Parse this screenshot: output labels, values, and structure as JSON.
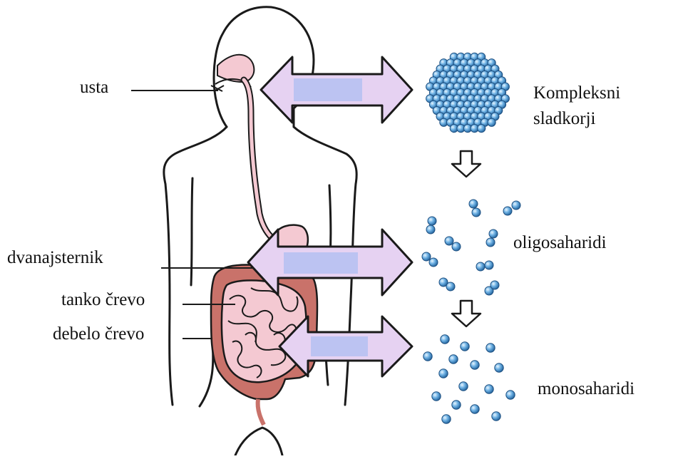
{
  "labels": {
    "usta": "usta",
    "dvanajsternik": "dvanajsternik",
    "tanko_crevo": "tanko črevo",
    "debelo_crevo": "debelo črevo",
    "kompleksni_line1": "Kompleksni",
    "kompleksni_line2": "sladkorji",
    "oligosaharidi": "oligosaharidi",
    "monosaharidi": "monosaharidi"
  },
  "colors": {
    "outline": "#1a1a1a",
    "skin_pink": "#f4c9d2",
    "intestine": "#c9726a",
    "arrow_fill": "#e6d2f2",
    "arrow_core": "#bcc3f2",
    "sphere": "#3c8ed0"
  },
  "icons": [
    "body-silhouette",
    "intestines",
    "stomach",
    "double-arrow",
    "down-arrow",
    "glucose-molecule"
  ]
}
